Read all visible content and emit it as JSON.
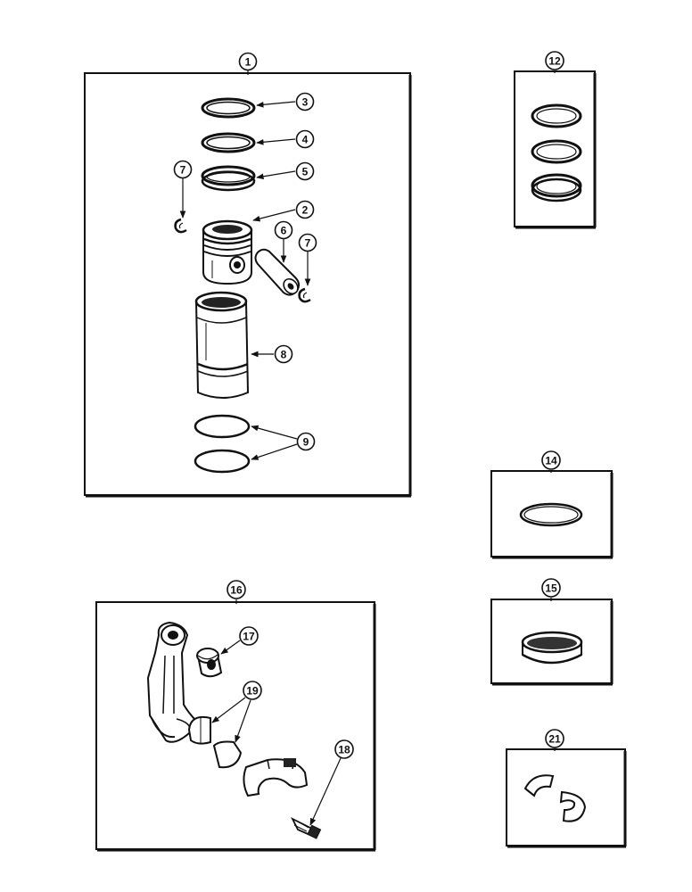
{
  "figure": {
    "kits": [
      {
        "id": "kit-1",
        "callout": "1",
        "contents": [
          "2",
          "3",
          "4",
          "5",
          "6",
          "7",
          "7",
          "8",
          "9"
        ]
      },
      {
        "id": "kit-12",
        "callout": "12",
        "contents": []
      },
      {
        "id": "kit-14",
        "callout": "14",
        "contents": []
      },
      {
        "id": "kit-15",
        "callout": "15",
        "contents": []
      },
      {
        "id": "kit-16",
        "callout": "16",
        "contents": [
          "17",
          "18",
          "19"
        ]
      },
      {
        "id": "kit-21",
        "callout": "21",
        "contents": []
      }
    ],
    "callouts": {
      "c1": "1",
      "c2": "2",
      "c3": "3",
      "c4": "4",
      "c5": "5",
      "c6": "6",
      "c7a": "7",
      "c7b": "7",
      "c8": "8",
      "c9": "9",
      "c12": "12",
      "c14": "14",
      "c15": "15",
      "c16": "16",
      "c17": "17",
      "c18": "18",
      "c19": "19",
      "c21": "21"
    }
  }
}
